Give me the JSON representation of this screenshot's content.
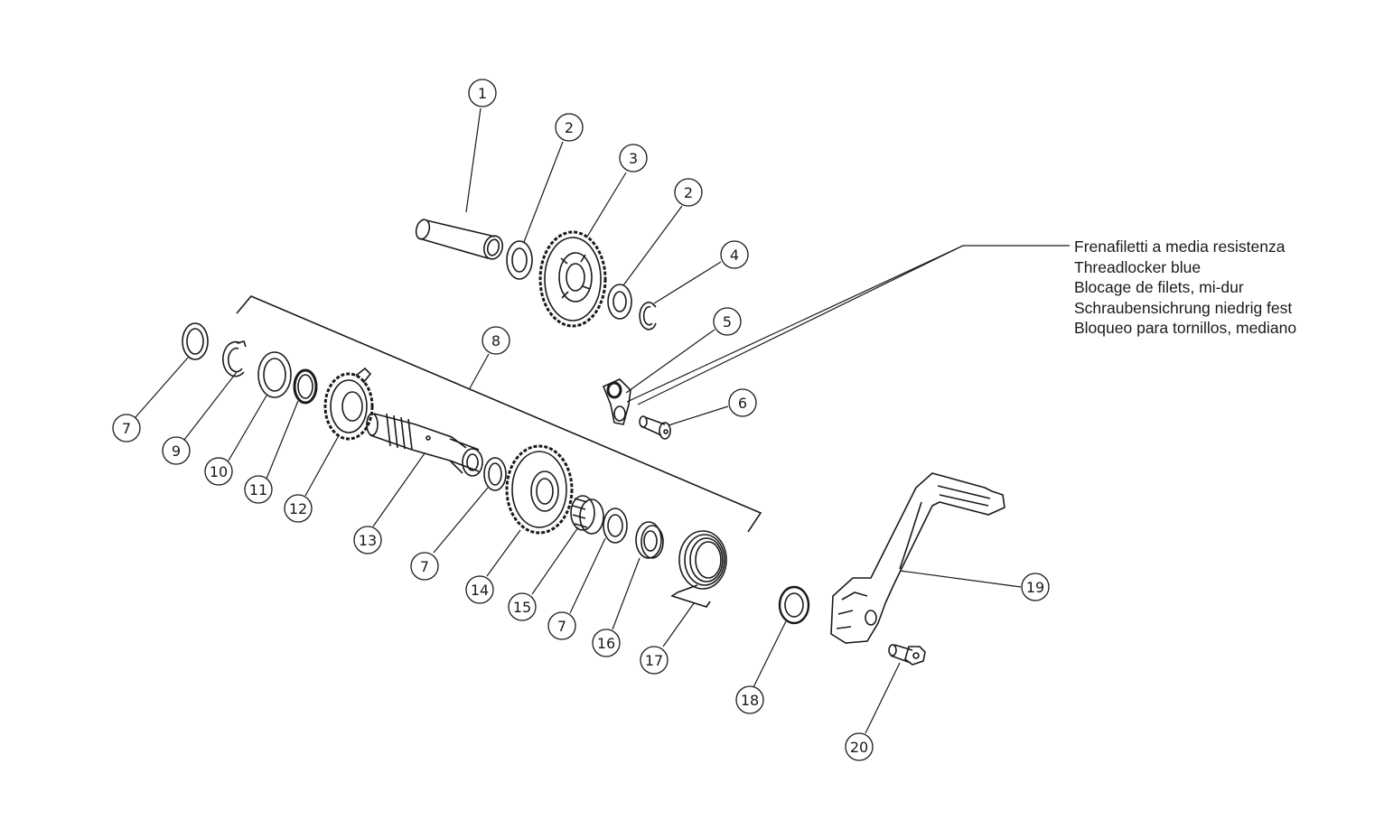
{
  "callouts": [
    {
      "label": "1"
    },
    {
      "label": "2"
    },
    {
      "label": "3"
    },
    {
      "label": "2"
    },
    {
      "label": "4"
    },
    {
      "label": "5"
    },
    {
      "label": "6"
    },
    {
      "label": "8"
    },
    {
      "label": "7"
    },
    {
      "label": "9"
    },
    {
      "label": "10"
    },
    {
      "label": "11"
    },
    {
      "label": "12"
    },
    {
      "label": "13"
    },
    {
      "label": "7"
    },
    {
      "label": "14"
    },
    {
      "label": "15"
    },
    {
      "label": "7"
    },
    {
      "label": "16"
    },
    {
      "label": "17"
    },
    {
      "label": "18"
    },
    {
      "label": "19"
    },
    {
      "label": "20"
    }
  ],
  "note": {
    "lines": [
      "Frenafiletti a media resistenza",
      "Threadlocker blue",
      "Blocage de filets, mi-dur",
      "Schraubensichrung niedrig fest",
      "Bloqueo para tornillos, mediano"
    ]
  },
  "colors": {
    "ink": "#1a1a1a",
    "background": "#ffffff"
  }
}
